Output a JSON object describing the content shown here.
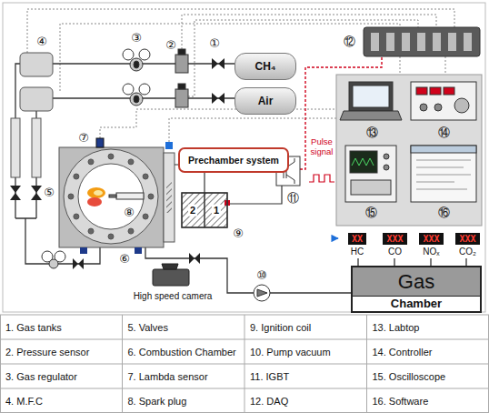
{
  "diagram": {
    "nodes": [
      {
        "text": [
          "CH₄"
        ]
      },
      {
        "text": [
          "Air"
        ]
      },
      {
        "text": [
          "Prechamber system"
        ]
      },
      {
        "text": [
          "XX",
          "HC"
        ]
      },
      {
        "text": [
          "XXX",
          "CO"
        ]
      },
      {
        "text": [
          "XXX",
          "NOₓ"
        ]
      },
      {
        "text": [
          "XXX",
          "CO₂"
        ]
      },
      {
        "text": [
          "Gas",
          "Chamber"
        ]
      }
    ],
    "labels": [
      "①",
      "②",
      "③",
      "④",
      "⑤",
      "⑥",
      "⑦",
      "⑧",
      "⑨",
      "⑩",
      "⑪",
      "⑫",
      "⑬",
      "⑭",
      "⑮",
      "⑯",
      "Pulse signal",
      "High speed camera",
      "2",
      "1",
      "1. Gas tanks",
      "5. Valves",
      "9. Ignition coil",
      "13. Labtop",
      "2. Pressure sensor",
      "6. Combustion Chamber",
      "10. Pump vacuum",
      "14. Controller",
      "3. Gas regulator",
      "7. Lambda sensor",
      "11. IGBT",
      "15. Oscilloscope",
      "4. M.F.C",
      "8. Spark plug",
      "12. DAQ",
      "16. Software"
    ]
  }
}
